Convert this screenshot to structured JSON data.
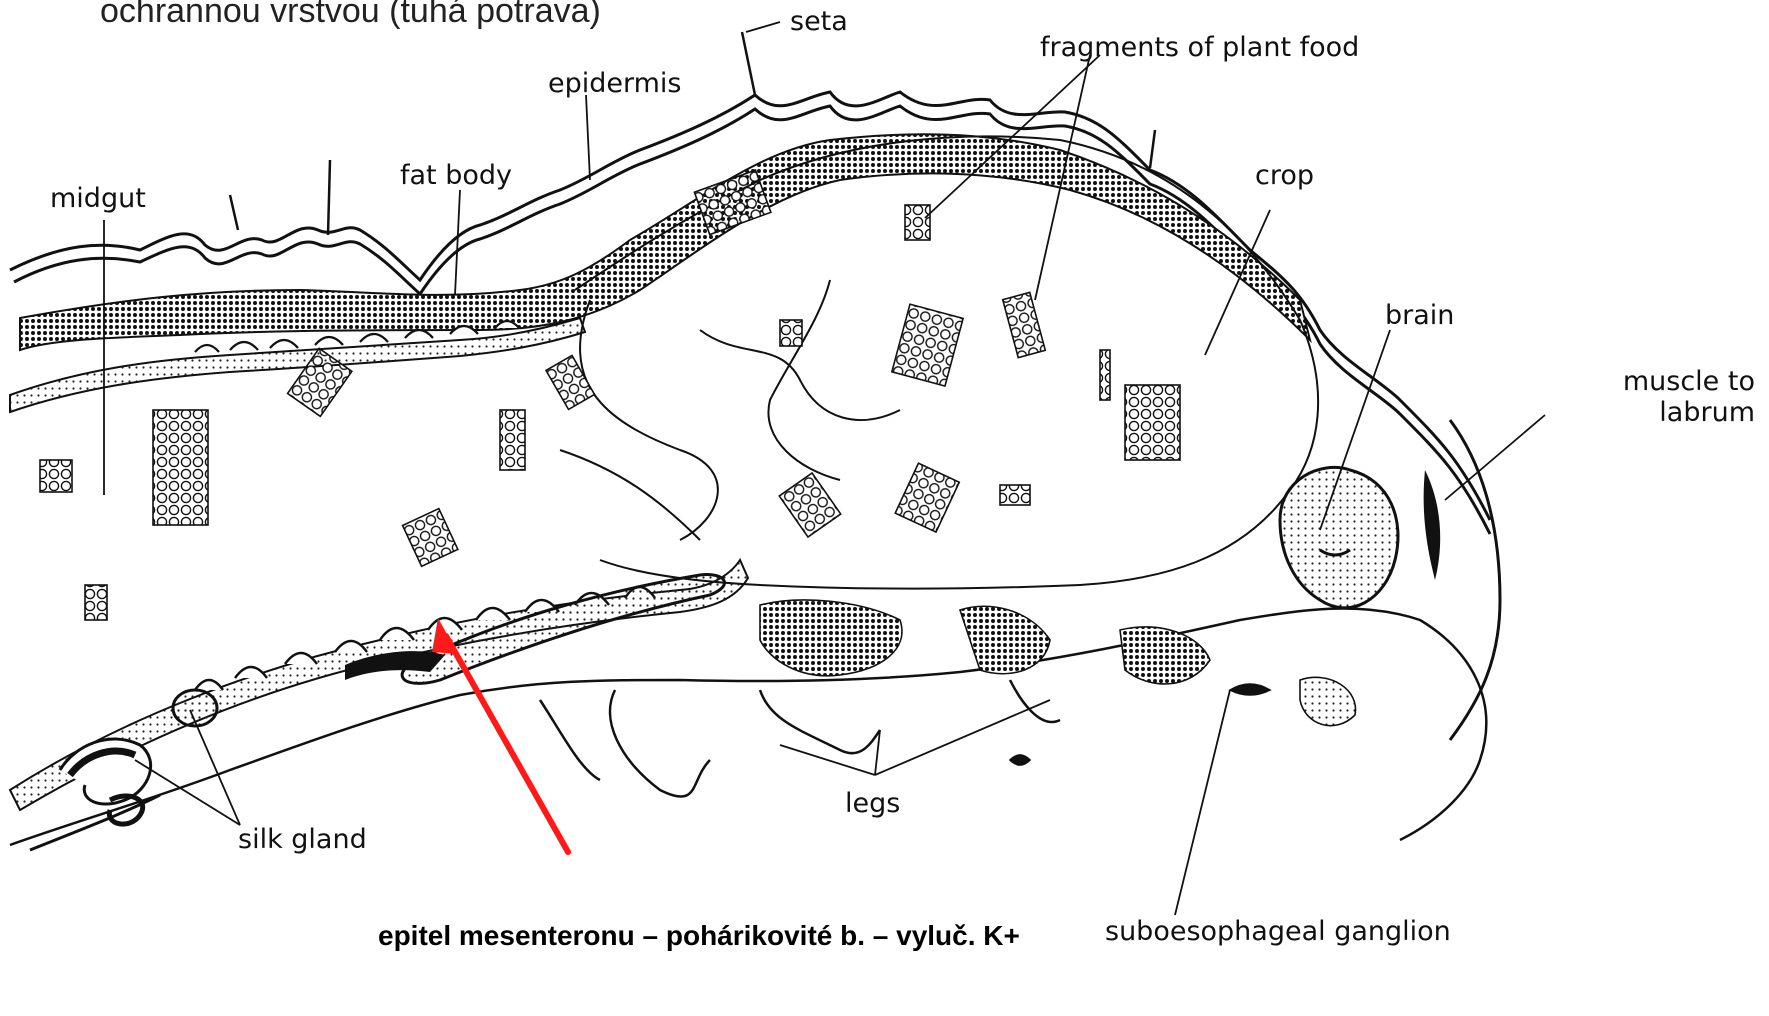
{
  "heading_fragment": "ochrannou  vrstvou (tuhá potrava)",
  "labels": {
    "seta": "seta",
    "fragments": "fragments of plant food",
    "epidermis": "epidermis",
    "fat_body": "fat body",
    "midgut": "midgut",
    "crop": "crop",
    "brain": "brain",
    "muscle_line1": "muscle to",
    "muscle_line2": "labrum",
    "legs": "legs",
    "silk_gland": "silk gland",
    "suboesophageal": "suboesophageal ganglion"
  },
  "annotation": {
    "text": "epitel mesenteronu – pohárikovité b. – vyluč. K+",
    "arrow_color": "#ff1a1a"
  },
  "colors": {
    "ink": "#111111",
    "background": "#ffffff"
  }
}
